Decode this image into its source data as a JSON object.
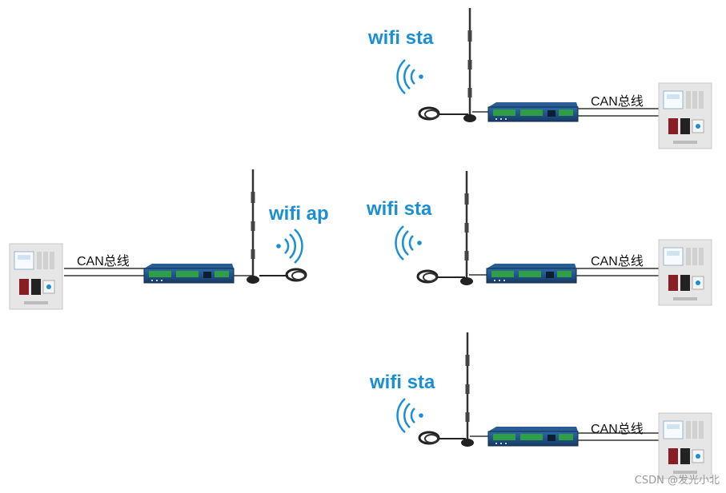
{
  "diagram": {
    "ap_node": {
      "wifi_label": "wifi ap",
      "bus_label": "CAN总线"
    },
    "sta_nodes": [
      {
        "wifi_label": "wifi sta",
        "bus_label": "CAN总线"
      },
      {
        "wifi_label": "wifi sta",
        "bus_label": "CAN总线"
      },
      {
        "wifi_label": "wifi sta",
        "bus_label": "CAN总线"
      }
    ]
  },
  "colors": {
    "wifi_text": "#1a8fd4",
    "gateway_body": "#1f4f84",
    "terminal_block": "#2f9e44",
    "panel_bg": "#e3e3e3",
    "bus_line": "#333333"
  },
  "watermark": "CSDN @发光小北"
}
